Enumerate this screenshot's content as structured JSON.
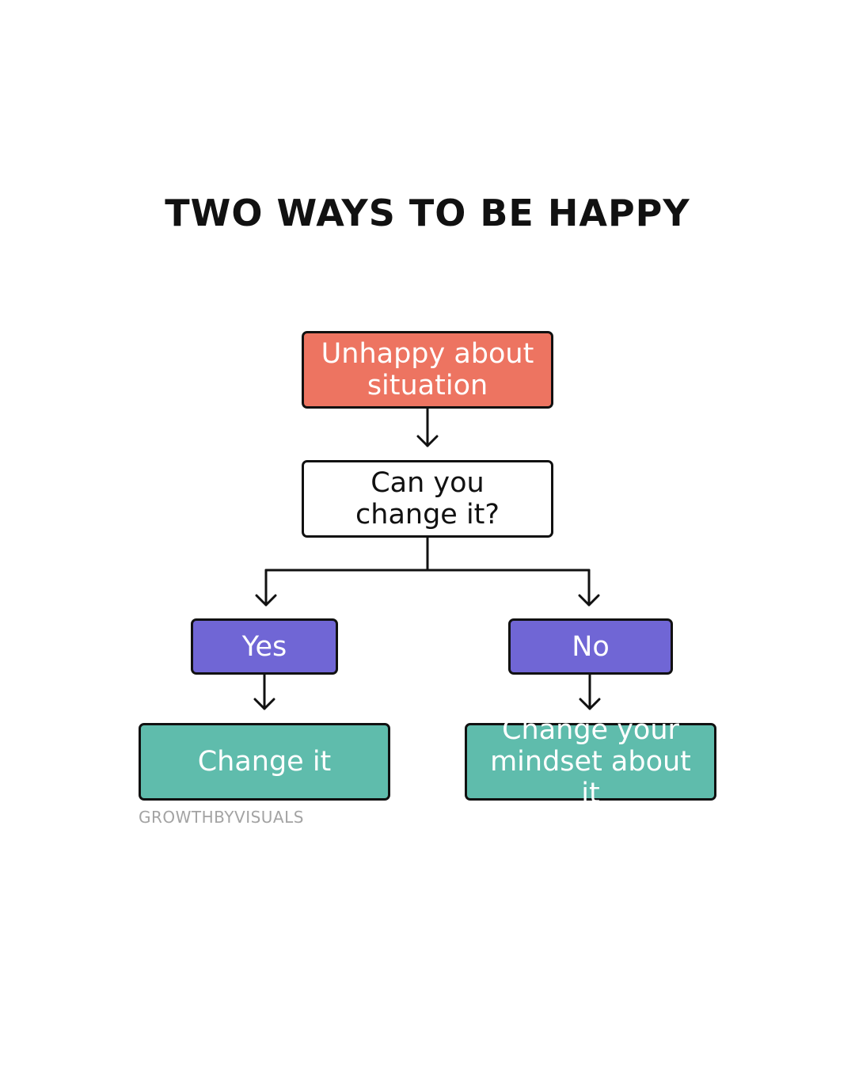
{
  "title": "TWO WAYS TO BE HAPPY",
  "nodes": {
    "start": "Unhappy about situation",
    "question": "Can you change it?",
    "yes": "Yes",
    "no": "No",
    "change": "Change it",
    "mindset": "Change your mindset about it"
  },
  "watermark": "GROWTHBYVISUALS",
  "colors": {
    "start": "#ed7461",
    "decision": "#7066d5",
    "outcome": "#5fbcac",
    "border": "#111111",
    "watermark": "#a3a3a3"
  }
}
